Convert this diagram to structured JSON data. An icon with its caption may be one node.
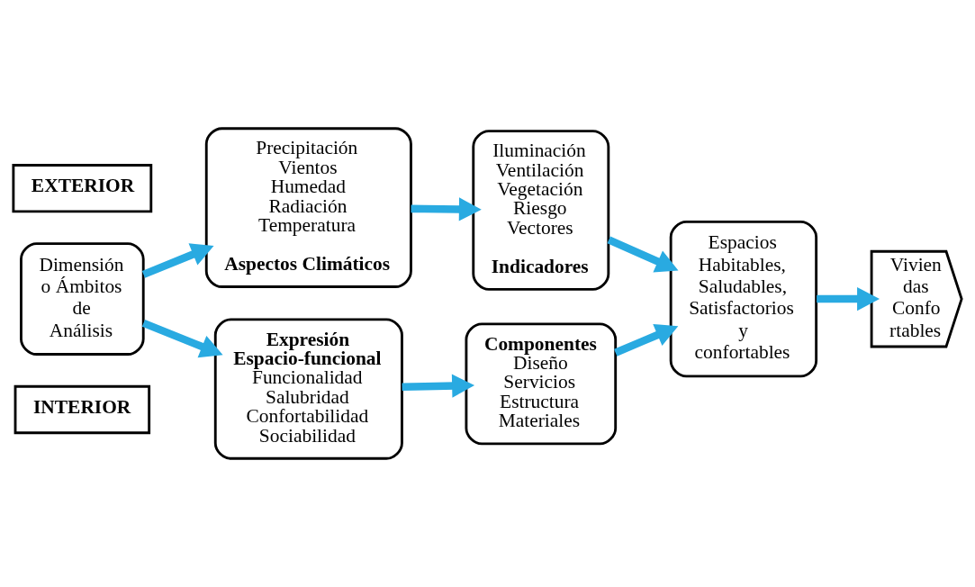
{
  "diagram": {
    "nodes": [
      {
        "text": [
          "Dimensión o Ámbitos de Análisis"
        ]
      },
      {
        "text": [
          "EXTERIOR"
        ]
      },
      {
        "text": [
          "INTERIOR"
        ]
      },
      {
        "text": [
          "Precipitación",
          "Vientos",
          "Humedad",
          "Radiación",
          "Temperatura",
          "Aspectos Climáticos"
        ]
      },
      {
        "text": [
          "Iluminación",
          "Ventilación",
          "Vegetación",
          "Riesgo",
          "Vectores",
          "Indicadores"
        ]
      },
      {
        "text": [
          "Expresión Espacio-funcional",
          "Funcionalidad",
          "Salubridad",
          "Confortabilidad",
          "Sociabilidad"
        ]
      },
      {
        "text": [
          "Componentes",
          "Diseño",
          "Servicios",
          "Estructura",
          "Materiales"
        ]
      },
      {
        "text": [
          "Espacios Habitables, Saludables, Satisfactorios y confortables"
        ]
      },
      {
        "text": [
          "Vivien das Confo rtables"
        ]
      }
    ],
    "edges": [
      {
        "from": 0,
        "to": 3,
        "arrow": "to"
      },
      {
        "from": 0,
        "to": 5,
        "arrow": "to"
      },
      {
        "from": 3,
        "to": 4,
        "arrow": "to"
      },
      {
        "from": 5,
        "to": 6,
        "arrow": "to"
      },
      {
        "from": 4,
        "to": 7,
        "arrow": "to"
      },
      {
        "from": 6,
        "to": 7,
        "arrow": "to"
      },
      {
        "from": 7,
        "to": 8,
        "arrow": "to"
      }
    ]
  }
}
